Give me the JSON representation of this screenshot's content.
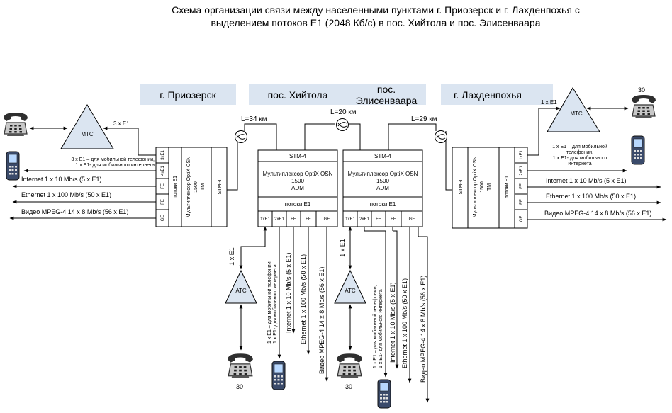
{
  "title": {
    "line1": "Схема организации связи между населенными пунктами г. Приозерск и г. Лахденпохья с",
    "line2": "выделением потоков Е1 (2048 Кб/с) в пос. Хийтола и пос. Элисенваара"
  },
  "sections": {
    "priozersk": "г. Приозерск",
    "khiytola": "пос. Хийтола",
    "elisenvaara_1": "пос.",
    "elisenvaara_2": "Элисенваара",
    "lakhdenpokhya": "г. Лахденпохья"
  },
  "links": {
    "l1": "L=34 км",
    "l2": "L=20 км",
    "l3": "L=29 км"
  },
  "mux_tm": {
    "name_1": "Мультиплексор OptiX OSN",
    "name_2": "1500",
    "name_3": "TM",
    "streams": "потоки Е1",
    "stm": "STM-4",
    "ports": [
      "3xE1",
      "4xE1",
      "FE",
      "FE",
      "GE"
    ]
  },
  "mux_adm": {
    "stm": "STM-4",
    "name_1": "Мультиплексор OptiX OSN",
    "name_2": "1500",
    "name_3": "ADM",
    "streams": "потоки Е1",
    "ports": [
      "1xE1",
      "2xE1",
      "FE",
      "FE",
      "GE"
    ]
  },
  "left_services": {
    "mts": "МТС",
    "mts_e1": "3 x E1",
    "mobile_1": "3 x E1 – для мобильной телефонии,",
    "mobile_2": "1 x E1- для мобильного интернета",
    "internet": "Internet 1 x 10 Mb/s (5 x E1)",
    "ethernet": "Ethernet 1 x 100 Mb/s (50 x E1)",
    "video": "Видео MPEG-4 14 x 8 Mb/s (56 x E1)"
  },
  "right_services": {
    "mts": "МТС",
    "mts_e1": "1 x E1",
    "phones": "30",
    "mobile_1": "1 x E1 – для мобильной",
    "mobile_2": "телефонии,",
    "mobile_3": "1 x E1- для мобильного",
    "mobile_4": "интернета",
    "internet": "Internet 1 x 10 Mb/s (5 x E1)",
    "ethernet": "Ethernet 1 x 100 Mb/s (50 x E1)",
    "video": "Видео MPEG-4 14 x 8 Mb/s (56 x E1)"
  },
  "middle_services": {
    "e1": "1 x E1",
    "atc": "АТС",
    "phones": "30",
    "mobile_1": "1 x E1 – для мобильной телефонии,",
    "mobile_2": "1 x E1- для мобильного интернета",
    "internet": "Internet 1 x 10 Mb/s (5 x E1)",
    "ethernet": "Ethernet 1 x 100 Mb/s (50 x E1)",
    "video": "Видео MPEG-4 14 x 8 Mb/s (56 x E1)"
  }
}
